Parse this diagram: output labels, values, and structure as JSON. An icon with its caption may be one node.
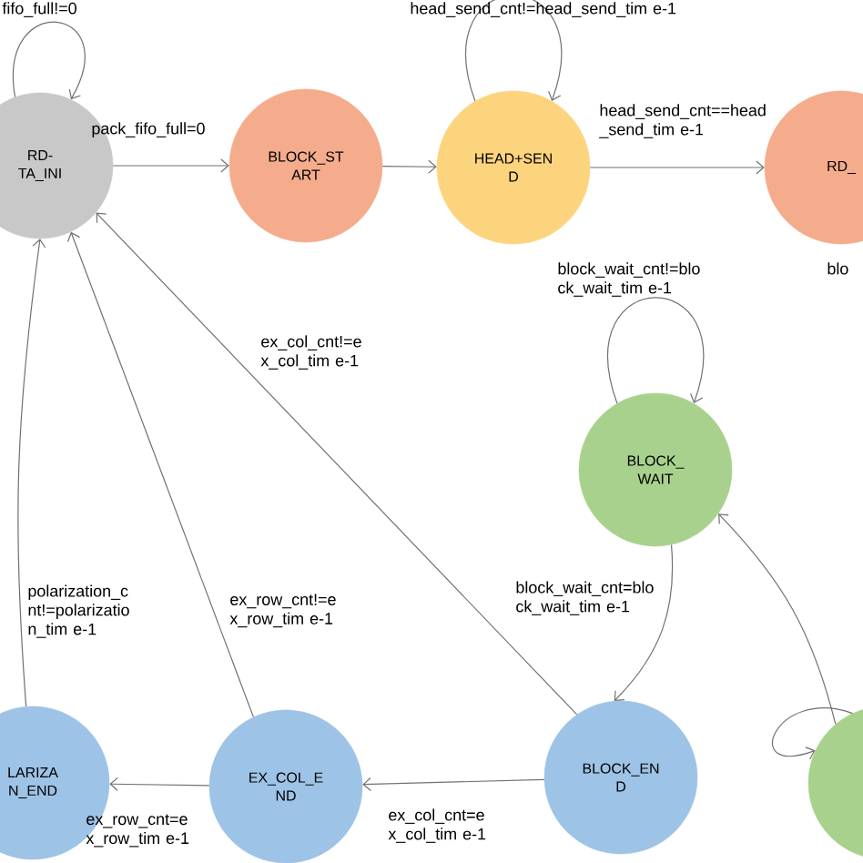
{
  "diagram": {
    "nodes": [
      {
        "text": [
          "RD- TA_INI"
        ]
      },
      {
        "text": [
          "BLOCK_ST ART"
        ]
      },
      {
        "text": [
          "HEAD+SEN D"
        ]
      },
      {
        "text": [
          "RD_"
        ]
      },
      {
        "text": [
          "BLOCK_ WAIT"
        ]
      },
      {
        "text": [],
        "shape": "circle"
      },
      {
        "text": [
          "BLOCK_EN D"
        ]
      },
      {
        "text": [
          "EX_COL_E ND"
        ]
      },
      {
        "text": [
          "LARIZA N_END"
        ]
      }
    ],
    "edges": [
      {
        "from": 0,
        "to": 0,
        "arrow": "to",
        "label": "fifo_full!=0"
      },
      {
        "from": 0,
        "to": 1,
        "arrow": "to",
        "label": "pack_fifo_full=0"
      },
      {
        "from": 1,
        "to": 2,
        "arrow": "to"
      },
      {
        "from": 2,
        "to": 2,
        "arrow": "to",
        "label": "head_send_cnt!=head_send_tim e-1"
      },
      {
        "from": 2,
        "to": 3,
        "arrow": "to",
        "label": "head_send_cnt==head _send_tim e-1"
      },
      {
        "from": 4,
        "to": 4,
        "arrow": "to",
        "label": "block_wait_cnt!=blo ck_wait_tim e-1"
      },
      {
        "from": 4,
        "to": 6,
        "arrow": "to",
        "label": "block_wait_cnt=blo ck_wait_tim e-1"
      },
      {
        "from": 5,
        "to": 4,
        "arrow": "to"
      },
      {
        "from": 5,
        "to": 5,
        "arrow": "to"
      },
      {
        "from": 6,
        "to": 7,
        "arrow": "to",
        "label": "ex_col_cnt=e x_col_tim e-1"
      },
      {
        "from": 7,
        "to": 8,
        "arrow": "to",
        "label": "ex_row_cnt=e x_row_tim e-1"
      },
      {
        "from": 6,
        "to": 0,
        "arrow": "to",
        "label": "ex_col_cnt!=e x_col_tim e-1"
      },
      {
        "from": 7,
        "to": 0,
        "arrow": "to",
        "label": "ex_row_cnt!=e x_row_tim e-1"
      },
      {
        "from": 8,
        "to": 0,
        "arrow": "to",
        "label": "polarization_c nt!=polarizatio n_tim e-1"
      }
    ],
    "labels": [
      "blo"
    ]
  }
}
